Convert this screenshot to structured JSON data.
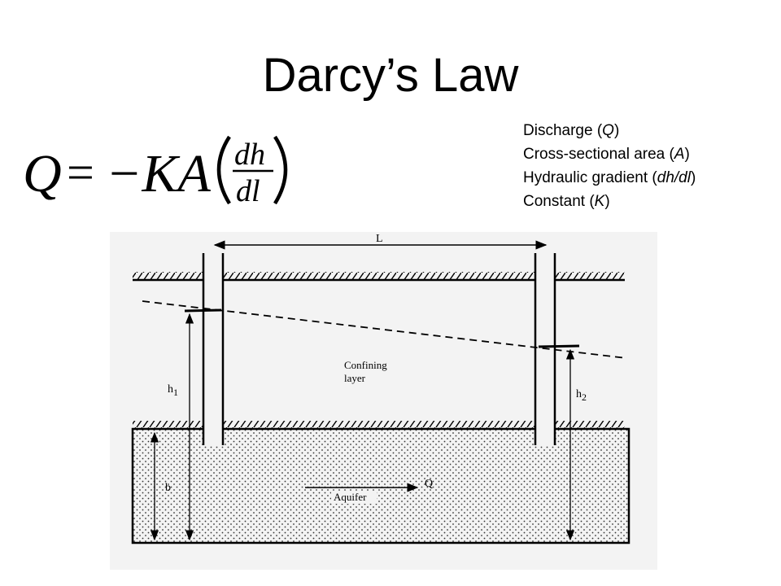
{
  "slide": {
    "title": "Darcy’s Law"
  },
  "formula": {
    "lhs": "Q",
    "equals": "=",
    "minus_ka": "−KA",
    "numerator": "dh",
    "denominator": "dl"
  },
  "legend": [
    {
      "label": "Discharge (",
      "sym": "Q",
      "close": ")"
    },
    {
      "label": "Cross-sectional area (",
      "sym": "A",
      "close": ")"
    },
    {
      "label": "Hydraulic gradient (",
      "sym": "dh/dl",
      "close": ")"
    },
    {
      "label": "Constant (",
      "sym": "K",
      "close": ")"
    }
  ],
  "diagram": {
    "L": "L",
    "confining_line1": "Confining",
    "confining_line2": "layer",
    "h1_base": "h",
    "h1_sub": "1",
    "h2_base": "h",
    "h2_sub": "2",
    "b": "b",
    "aquifer": "Aquifer",
    "Q": "Q"
  }
}
